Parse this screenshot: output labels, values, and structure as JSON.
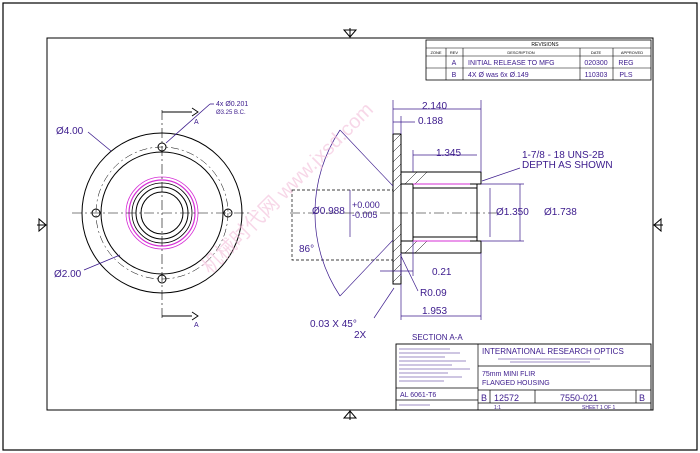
{
  "revision_block": {
    "title": "REVISIONS",
    "headers": [
      "ZONE",
      "REV",
      "DESCRIPTION",
      "DATE",
      "APPROVED"
    ],
    "rows": [
      {
        "zone": "",
        "rev": "A",
        "description": "INITIAL RELEASE TO MFG",
        "date": "020300",
        "approved": "REG"
      },
      {
        "zone": "",
        "rev": "B",
        "description": "4X Ø was 6x Ø.149",
        "date": "110303",
        "approved": "PLS"
      }
    ]
  },
  "front_view": {
    "bolt_callout": [
      "4x Ø0.201",
      "Ø3.25 B.C."
    ],
    "dia_outer": "Ø4.00",
    "dia_hub": "Ø2.00",
    "section_letter_top": "A",
    "section_letter_bottom": "A"
  },
  "section_view": {
    "dim_overall_length": "2.140",
    "dim_flange": "0.188",
    "dim_bore_depth": "1.345",
    "thread_note": [
      "1-7/8 - 18 UNS-2B",
      "DEPTH AS SHOWN"
    ],
    "dim_pilot": "Ø0.988",
    "tol_plus": "+0.000",
    "tol_minus": "-0.005",
    "dim_bore": "Ø1.350",
    "dim_od": "Ø1.738",
    "angle": "86°",
    "dim_step": "0.21",
    "radius": "R0.09",
    "dim_body": "1.953",
    "chamfer": [
      "0.03 X 45°",
      "2X"
    ],
    "section_label": "SECTION A-A"
  },
  "title_block": {
    "company": "INTERNATIONAL RESEARCH OPTICS",
    "title_lines": [
      "75mm MINI FLIR",
      "FLANGED HOUSING"
    ],
    "size": "B",
    "cage_code": "12572",
    "dwg_no": "7550-021",
    "rev": "B",
    "material": "AL 6061-T6",
    "scale": "1:1",
    "sheet": "SHEET 1 OF 1"
  },
  "watermark": "机械时代网 www.jxsd.com",
  "colors": {
    "line": "#000000",
    "dimension": "#3b1a8c",
    "highlight": "#d62fd6",
    "paper": "#ffffff"
  }
}
